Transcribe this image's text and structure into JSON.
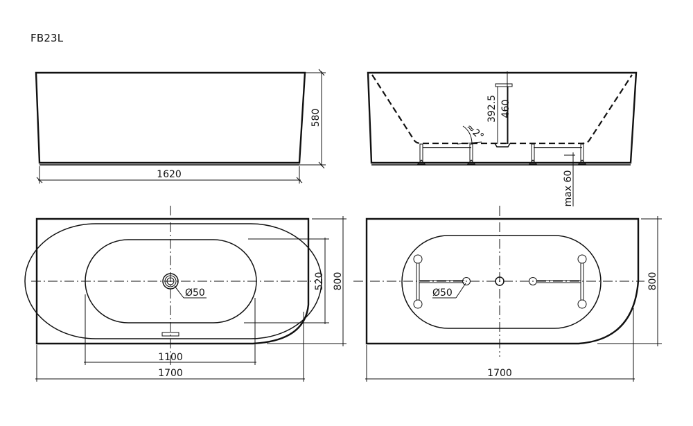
{
  "title": "FB23L",
  "views": {
    "side_view": {
      "width_label": "1620",
      "height_label": "580"
    },
    "end_section_view": {
      "overflow_height_label": "392.5",
      "total_depth_label": "460",
      "slope_label": "≈2°",
      "leg_adjust_label": "max 60"
    },
    "top_view": {
      "length_label": "1700",
      "width_label": "800",
      "inner_length_label": "1100",
      "inner_width_label": "520",
      "drain_label": "Ø50"
    },
    "bottom_view": {
      "length_label": "1700",
      "width_label": "800",
      "drain_label": "Ø50"
    }
  }
}
